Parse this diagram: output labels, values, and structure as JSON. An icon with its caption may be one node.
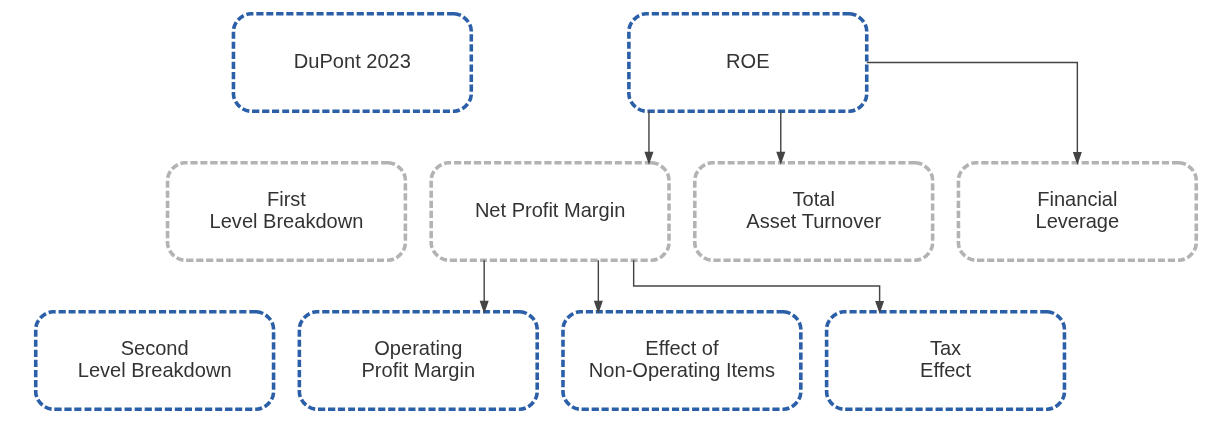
{
  "diagram": {
    "nodes": [
      {
        "text": [
          "DuPont 2023"
        ]
      },
      {
        "text": [
          "ROE"
        ]
      },
      {
        "text": [
          "First Level Breakdown"
        ]
      },
      {
        "text": [
          "Net Profit Margin"
        ]
      },
      {
        "text": [
          "Total Asset Turnover"
        ]
      },
      {
        "text": [
          "Financial Leverage"
        ]
      },
      {
        "text": [
          "Second Level Breakdown"
        ]
      },
      {
        "text": [
          "Operating Profit Margin"
        ]
      },
      {
        "text": [
          "Effect of Non-Operating Items"
        ]
      },
      {
        "text": [
          "Tax Effect"
        ]
      }
    ],
    "edges": [
      {
        "from": 1,
        "to": 3,
        "arrow": "to"
      },
      {
        "from": 1,
        "to": 4,
        "arrow": "to"
      },
      {
        "from": 1,
        "to": 5,
        "arrow": "to"
      },
      {
        "from": 3,
        "to": 7,
        "arrow": "to"
      },
      {
        "from": 3,
        "to": 8,
        "arrow": "to"
      },
      {
        "from": 3,
        "to": 9,
        "arrow": "to"
      }
    ]
  }
}
